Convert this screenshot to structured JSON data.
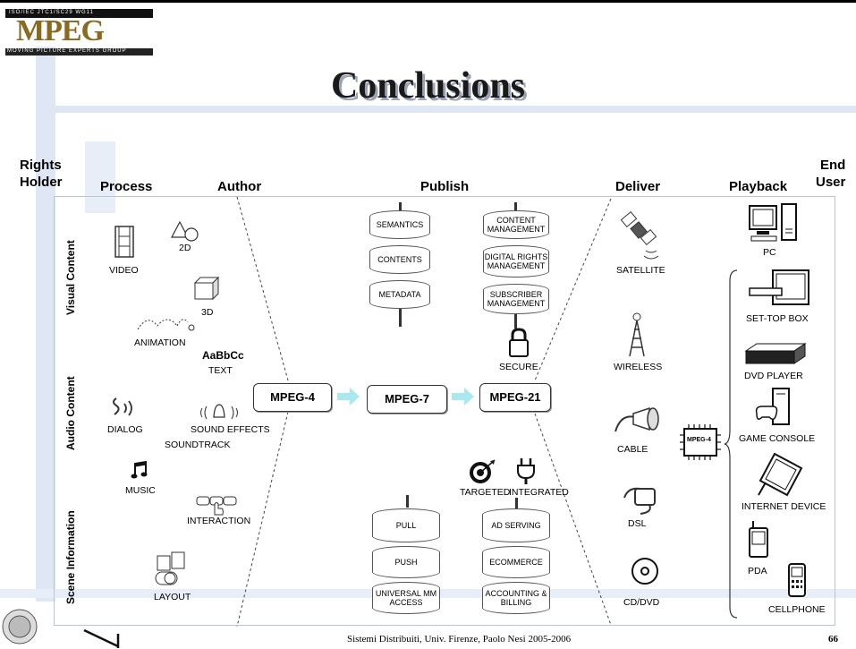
{
  "slide": {
    "title": "Conclusions",
    "logo": "MPEG",
    "logo_caption": "MOVING PICTURE EXPERTS GROUP",
    "logo_top": "ISO/IEC JTC1/SC29 WG11",
    "footer": "Sistemi Distribuiti, Univ. Firenze, Paolo Nesi 2005-2006",
    "page_number": "66"
  },
  "stages": {
    "rights_holder": [
      "Rights",
      "Holder"
    ],
    "process": "Process",
    "author": "Author",
    "publish": "Publish",
    "deliver": "Deliver",
    "playback": "Playback",
    "end_user": [
      "End",
      "User"
    ]
  },
  "rows": {
    "visual": "Visual Content",
    "audio": "Audio Content",
    "scene": "Scene Information"
  },
  "process_items": {
    "video": "VIDEO",
    "two_d": "2D",
    "three_d": "3D",
    "animation": "ANIMATION",
    "text_sample": "AaBbCc",
    "text": "TEXT",
    "dialog": "DIALOG",
    "sound_effects": "SOUND EFFECTS",
    "soundtrack": "SOUNDTRACK",
    "music": "MUSIC",
    "interaction": "INTERACTION",
    "layout": "LAYOUT"
  },
  "standards": {
    "mpeg4": "MPEG-4",
    "mpeg7": "MPEG-7",
    "mpeg21": "MPEG-21",
    "chip": "MPEG-4"
  },
  "publish": {
    "top_left": [
      "SEMANTICS",
      "CONTENTS",
      "METADATA"
    ],
    "top_right": [
      "CONTENT MANAGEMENT",
      "DIGITAL RIGHTS MANAGEMENT",
      "SUBSCRIBER MANAGEMENT"
    ],
    "secure": "SECURE",
    "targeted": "TARGETED",
    "integrated": "INTEGRATED",
    "bottom_left": [
      "PULL",
      "PUSH",
      "UNIVERSAL MM ACCESS"
    ],
    "bottom_right": [
      "AD SERVING",
      "ECOMMERCE",
      "ACCOUNTING & BILLING"
    ]
  },
  "deliver": {
    "satellite": "SATELLITE",
    "wireless": "WIRELESS",
    "cable": "CABLE",
    "dsl": "DSL",
    "cddvd": "CD/DVD"
  },
  "playback": {
    "pc": "PC",
    "settop": "SET-TOP BOX",
    "dvd": "DVD PLAYER",
    "console": "GAME CONSOLE",
    "internet": "INTERNET DEVICE",
    "pda": "PDA",
    "cellphone": "CELLPHONE"
  },
  "colors": {
    "arrow": "#a8e8f0",
    "decoration": "#dfe7f5",
    "logo_gold": "#8b6a1f"
  }
}
